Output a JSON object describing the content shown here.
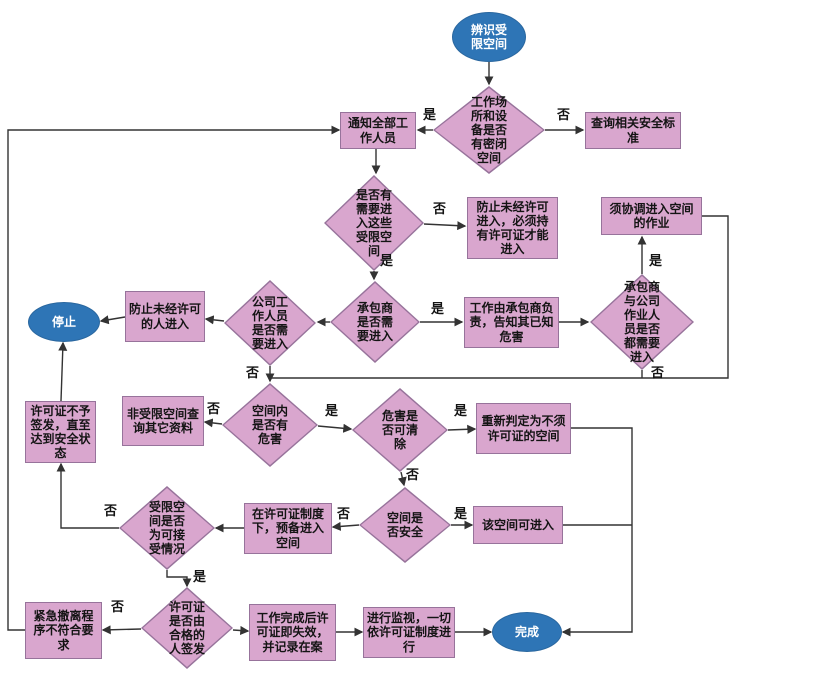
{
  "colors": {
    "node_fill": "#d9a6ce",
    "node_stroke": "#97739b",
    "terminal_fill": "#2e75b6",
    "terminal_stroke": "#2a679f",
    "line": "#333333",
    "text": "#141414",
    "background": "#ffffff"
  },
  "nodes": {
    "start": {
      "text": "辨识受限空间",
      "type": "terminal"
    },
    "has_enclosed_space": {
      "text": "工作场所和设备是否有密闭空间",
      "type": "decision"
    },
    "query_standards": {
      "text": "查询相关安全标准",
      "type": "process"
    },
    "notify_staff": {
      "text": "通知全部工作人员",
      "type": "process"
    },
    "need_to_enter": {
      "text": "是否有需要进入这些受限空间",
      "type": "decision"
    },
    "prevent_entry_permit": {
      "text": "防止未经许可进入，必须持有许可证才能进入",
      "type": "process"
    },
    "coordinate_work": {
      "text": "须协调进入空间的作业",
      "type": "process"
    },
    "contractor_need": {
      "text": "承包商是否需要进入",
      "type": "decision"
    },
    "contractor_responsible": {
      "text": "工作由承包商负责，告知其已知危害",
      "type": "process"
    },
    "both_need": {
      "text": "承包商与公司作业人员是否都需要进入",
      "type": "decision"
    },
    "company_need": {
      "text": "公司工作人员是否需要进入",
      "type": "decision"
    },
    "prevent_people": {
      "text": "防止未经许可的人进入",
      "type": "process"
    },
    "stop": {
      "text": "停止",
      "type": "terminal"
    },
    "space_hazard": {
      "text": "空间内是否有危害",
      "type": "decision"
    },
    "non_confined": {
      "text": "非受限空间查询其它资料",
      "type": "process"
    },
    "hazard_removable": {
      "text": "危害是否可清除",
      "type": "decision"
    },
    "redetermine": {
      "text": "重新判定为不须许可证的空间",
      "type": "process"
    },
    "permit_denied": {
      "text": "许可证不予签发，直至达到安全状态",
      "type": "process"
    },
    "space_safe": {
      "text": "空间是否安全",
      "type": "decision"
    },
    "can_enter": {
      "text": "该空间可进入",
      "type": "process"
    },
    "prepare_entry": {
      "text": "在许可证制度下，预备进入空间",
      "type": "process"
    },
    "acceptable": {
      "text": "受限空间是否为可接受情况",
      "type": "decision"
    },
    "permit_qualified": {
      "text": "许可证是否由合格的人签发",
      "type": "decision"
    },
    "work_complete": {
      "text": "工作完成后许可证即失效，并记录在案",
      "type": "process"
    },
    "monitor": {
      "text": "进行监视，一切依许可证制度进行",
      "type": "process"
    },
    "done": {
      "text": "完成",
      "type": "terminal"
    },
    "emergency_fail": {
      "text": "紧急撤离程序不符合要求",
      "type": "process"
    }
  },
  "edge_labels": {
    "enclosed_yes": "是",
    "enclosed_no": "否",
    "need_enter_yes": "是",
    "need_enter_no": "否",
    "contractor_yes": "是",
    "both_yes": "是",
    "both_no": "否",
    "company_no": "否",
    "hazard_yes": "是",
    "hazard_no": "否",
    "removable_yes": "是",
    "removable_no": "否",
    "safe_yes": "是",
    "safe_no": "否",
    "acceptable_yes": "是",
    "acceptable_no": "否",
    "qualified_no": "否"
  }
}
